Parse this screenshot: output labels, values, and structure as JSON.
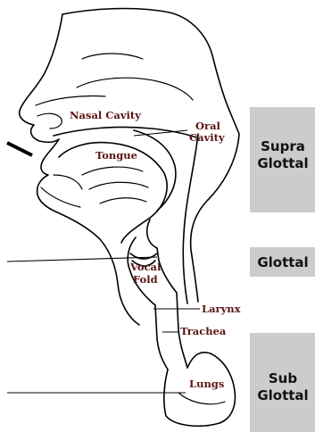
{
  "parts": {
    "nasal_cavity": "Nasal Cavity",
    "oral_cavity_1": "Oral",
    "oral_cavity_2": "Cavity",
    "tongue": "Tongue",
    "vocal_fold_1": "Vocal",
    "vocal_fold_2": "Fold",
    "larynx": "Larynx",
    "trachea": "Trachea",
    "lungs": "Lungs"
  },
  "regions": {
    "supra_1": "Supra",
    "supra_2": "Glottal",
    "glottal": "Glottal",
    "sub_1": "Sub",
    "sub_2": "Glottal"
  },
  "colors": {
    "region_box": "#cccccc",
    "part_label": "#5a1414"
  }
}
